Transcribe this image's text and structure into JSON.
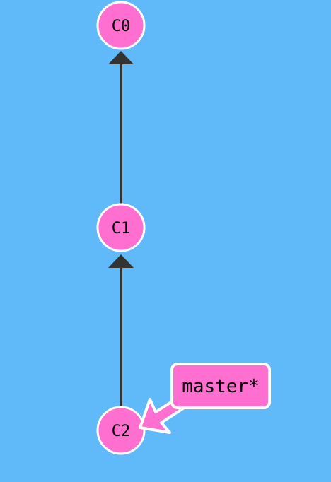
{
  "colors": {
    "background": "#60B9F8",
    "commit_fill": "#FF6FCF",
    "commit_stroke": "#FFFFFF",
    "edge": "#333333",
    "branch_fill": "#FF6FCF",
    "branch_stroke": "#FFFFFF"
  },
  "commits": [
    {
      "id": "C0"
    },
    {
      "id": "C1"
    },
    {
      "id": "C2"
    }
  ],
  "edges": [
    {
      "from": "C1",
      "to": "C0"
    },
    {
      "from": "C2",
      "to": "C1"
    }
  ],
  "branches": [
    {
      "name": "master*",
      "target": "C2"
    }
  ]
}
